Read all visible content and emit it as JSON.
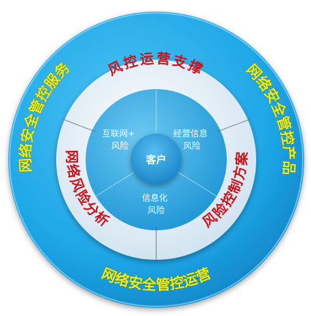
{
  "colors": {
    "outer_ring": "#1ea6e6",
    "middle_ring": "#dbe9f3",
    "inner_disc": "#31a9e2",
    "center_disc": "#2196d6",
    "outer_text": "#f2ee1c",
    "middle_text": "#c8141b"
  },
  "outer_ring": {
    "top_left": "网络安全管控服务",
    "top_right": "网络安全管控产品",
    "bottom": "网络安全管控运营"
  },
  "middle_ring": {
    "top": "风控运营支撑",
    "left": "网络风险分析",
    "right": "风险控制方案"
  },
  "inner_ring": {
    "upper_left": [
      "互联网+",
      "风险"
    ],
    "upper_right": [
      "经营信息",
      "风险"
    ],
    "bottom": [
      "信息化",
      "风险"
    ]
  },
  "center": {
    "label": "客户"
  }
}
